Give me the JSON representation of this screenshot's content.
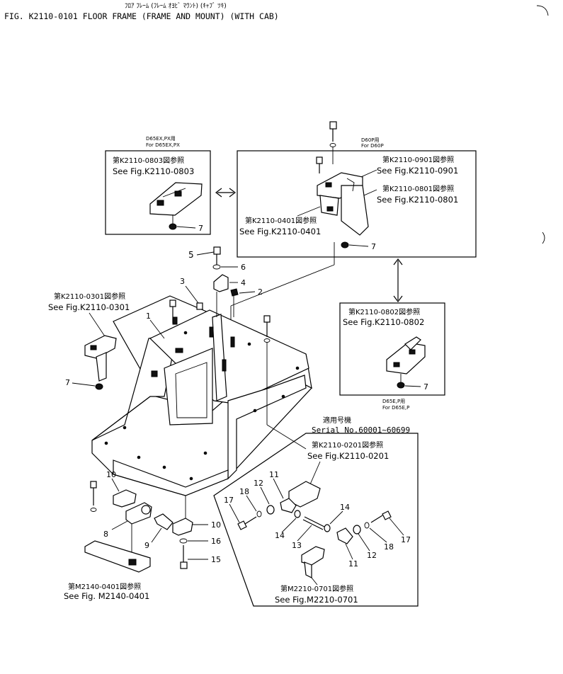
{
  "header": {
    "kana_title": "ﾌﾛｱ ﾌﾚｰﾑ (ﾌﾚｰﾑ ｵﾖﾋﾞ ﾏｳﾝﾄ) (ｷｬﾌﾞ ﾂｷ)",
    "figure_title": "FIG. K2110-0101  FLOOR FRAME (FRAME AND MOUNT) (WITH CAB)"
  },
  "callouts": {
    "box_d65ex": {
      "model_jp": "D65EX,PX用",
      "model_en": "For D65EX,PX",
      "ref_jp": "第K2110-0803図参照",
      "ref_en": "See Fig.K2110-0803"
    },
    "box_d60p": {
      "model_jp": "D60P用",
      "model_en": "For D60P"
    },
    "ref_0901": {
      "jp": "第K2110-0901図参照",
      "en": "See Fig.K2110-0901"
    },
    "ref_0801": {
      "jp": "第K2110-0801図参照",
      "en": "See Fig.K2110-0801"
    },
    "ref_0401": {
      "jp": "第K2110-0401図参照",
      "en": "See Fig.K2110-0401"
    },
    "ref_0301": {
      "jp": "第K2110-0301図参照",
      "en": "See Fig.K2110-0301"
    },
    "box_0802": {
      "ref_jp": "第K2110-0802図参照",
      "ref_en": "See Fig.K2110-0802",
      "model_jp": "D65E,P用",
      "model_en": "For D65E,P"
    },
    "serial": {
      "jp": "適用号機",
      "en": "Serial No.60001~60699"
    },
    "ref_0201": {
      "jp": "第K2110-0201図参照",
      "en": "See Fig.K2110-0201"
    },
    "ref_m2210": {
      "jp": "第M2210-0701図参照",
      "en": "See Fig.M2210-0701"
    },
    "ref_m2140": {
      "jp": "第M2140-0401図参照",
      "en": "See Fig. M2140-0401"
    }
  },
  "part_numbers": {
    "p1": "1",
    "p2": "2",
    "p3": "3",
    "p4": "4",
    "p5": "5",
    "p6": "6",
    "p7a": "7",
    "p7b": "7",
    "p7c": "7",
    "p7d": "7",
    "p8": "8",
    "p9": "9",
    "p10a": "10",
    "p10b": "10",
    "p11a": "11",
    "p11b": "11",
    "p12a": "12",
    "p12b": "12",
    "p13": "13",
    "p14a": "14",
    "p14b": "14",
    "p15": "15",
    "p16": "16",
    "p17a": "17",
    "p17b": "17",
    "p18a": "18",
    "p18b": "18"
  }
}
